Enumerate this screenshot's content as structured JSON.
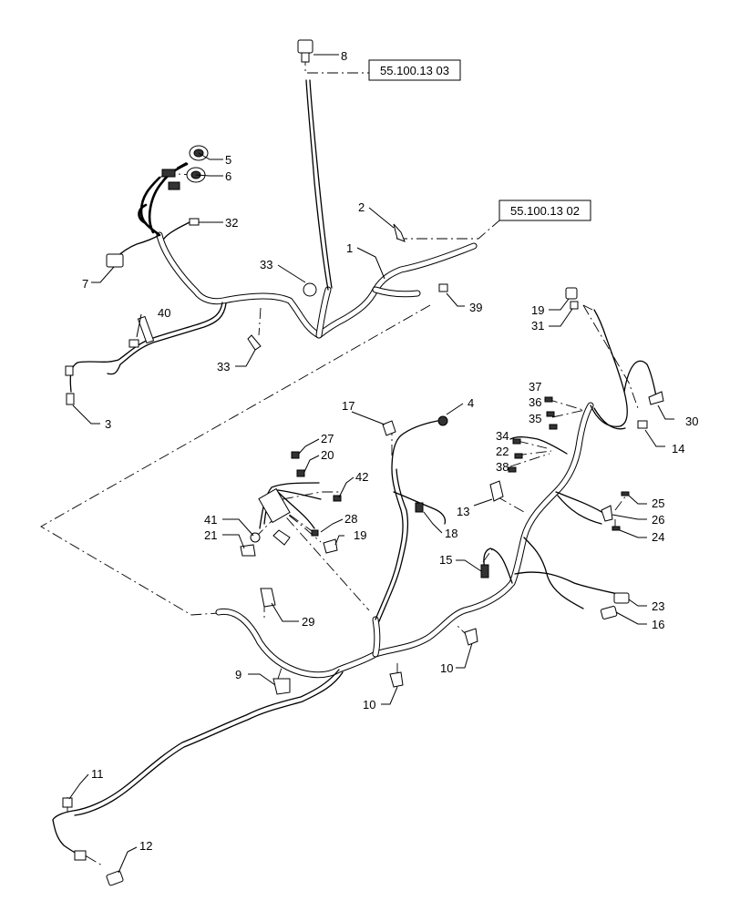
{
  "references": {
    "ref_upper": "55.100.13 03",
    "ref_right": "55.100.13 02"
  },
  "callouts": {
    "c1": "1",
    "c2": "2",
    "c3": "3",
    "c4": "4",
    "c5": "5",
    "c6": "6",
    "c7": "7",
    "c8": "8",
    "c9": "9",
    "c10a": "10",
    "c10b": "10",
    "c11": "11",
    "c12": "12",
    "c13": "13",
    "c14": "14",
    "c15": "15",
    "c16": "16",
    "c17": "17",
    "c18": "18",
    "c19a": "19",
    "c19b": "19",
    "c20": "20",
    "c21": "21",
    "c22": "22",
    "c23": "23",
    "c24": "24",
    "c25": "25",
    "c26": "26",
    "c27": "27",
    "c28": "28",
    "c29": "29",
    "c30": "30",
    "c31": "31",
    "c32": "32",
    "c33a": "33",
    "c33b": "33",
    "c34": "34",
    "c35": "35",
    "c36": "36",
    "c37": "37",
    "c38": "38",
    "c39": "39",
    "c40": "40",
    "c41": "41",
    "c42": "42"
  }
}
